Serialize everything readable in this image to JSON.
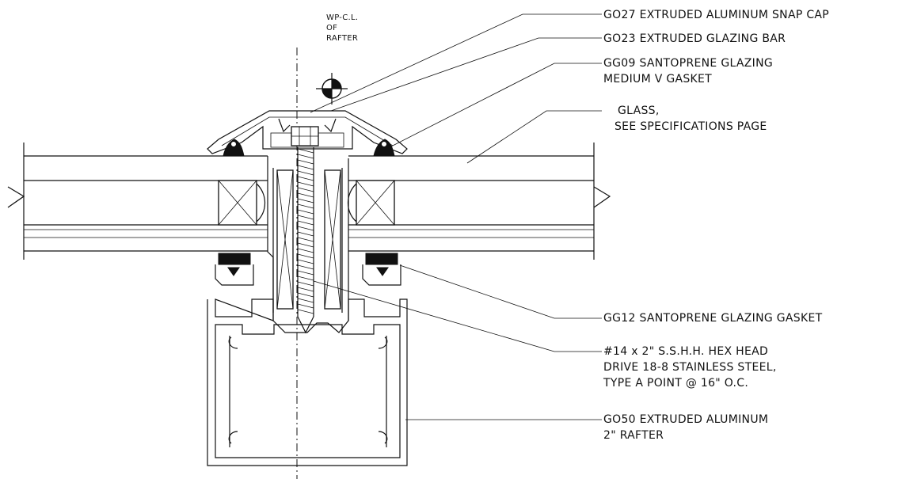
{
  "centerline": {
    "line1": "WP-C.L.",
    "line2": "OF",
    "line3": "RAFTER"
  },
  "callouts": {
    "snap_cap": "GO27 EXTRUDED ALUMINUM SNAP CAP",
    "glazing_bar": "GO23 EXTRUDED GLAZING BAR",
    "v_gasket_1": "GG09 SANTOPRENE GLAZING",
    "v_gasket_2": "MEDIUM V GASKET",
    "glass_1": "GLASS,",
    "glass_2": "SEE SPECIFICATIONS PAGE",
    "gasket": "GG12 SANTOPRENE GLAZING GASKET",
    "screw_1": "#14 x 2\" S.S.H.H. HEX HEAD",
    "screw_2": "DRIVE 18-8 STAINLESS STEEL,",
    "screw_3": "TYPE A POINT @ 16\" O.C.",
    "rafter_1": "GO50 EXTRUDED ALUMINUM",
    "rafter_2": "2\" RAFTER"
  }
}
